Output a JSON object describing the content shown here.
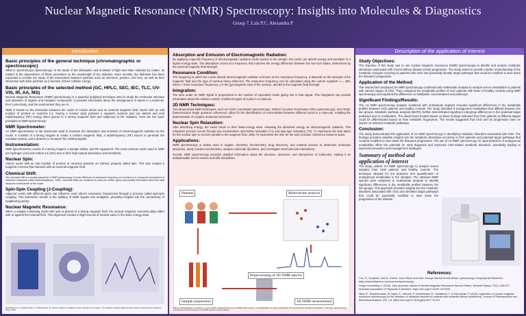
{
  "header": {
    "title": "Nuclear Magnetic Resonance (NMR) Spectroscopy: Insights into Molecules & Diagnostics",
    "authors": "Group 7, Lais P.C. Alexandra P"
  },
  "col1": {
    "banner": "Introduction",
    "intro_heading": "Basic principles of the general technique (chromatographic or spectroscopic)",
    "intro_text": "What is spectroscopic spectroscopy: is the study of the absorption and emission of light and other radiation by matter, as related to the dependence of these processes on the wavelength of the radiation. More recently, the definition has been expanded to include the study of the interactions between particles such as electrons, protons, and ions, as well as their interaction with other particles as a function of their collision energy.",
    "method_heading": "Basic principles of the selected method (GC, HPLC, SEC, IEC, TLC, UV-VIS, IR, AA, MS)",
    "method_text": "Nuclear Magnetic Resonance (NMR) spectroscopy is a powerful analytical technique used to study the molecular structure and dynamics of organic and inorganic compounds. It provides information about the arrangement of atoms in a molecule, their connectivity, and the environment they are in.",
    "method_text2": "NMR is based on the interaction between the nuclei of certain atoms and an external magnetic field. Nuclei with an odd number of protons or neutrons (i.e. having a nuclear spin) possess a magnetic moment and can absorb and emit radiofrequency (RF) energy when placed in a strong magnetic field and subjected to RF radiation. Here are the basic principles of NMR spectroscopy:",
    "spectrometer_heading": "NMR Spectrometer:",
    "spectrometer_text": "An NMR spectrometer is the instrument used to measure the absorption and emission of electromagnetic radiation by the nuclei. It consists of a strong magnet to create a uniform magnetic field, a radiofrequency (RF) source to generate the excitation pulses, and a detector to measure the emitted signals.",
    "instrumentation_heading": "Instrumentation:",
    "instrumentation_text": "NMR spectrometers consist of a strong magnet, a sample holder, and RF equipment. The most common nuclei used in NMR are hydrogen (1H) and carbon-13 (13C) due to their high natural abundance and sensitivity.",
    "spin_heading": "Nuclear Spin:",
    "spin_text": "Atomic nuclei with an odd number of protons or neutrons possess an intrinsic property called spin. This spin creates a magnetic moment that interacts with an external magnetic field.",
    "shift_heading": "Chemical Shift:",
    "shift_text": "The chemical shift is a crucial parameter in NMR spectroscopy. It is the difference in resonance frequency of a nucleus in a compound compared to a reference compound (often tetramethylsilane, TMS). Chemical shifts are measured in parts per million (ppm) and provide information about the local electronic environment of the nuclei.",
    "coupling_heading": "Spin-Spin Coupling (J-Coupling):",
    "coupling_text": "Adjacent nuclei with different spins can influence each other's resonance frequencies through a process called spin-spin coupling. This interaction results in the splitting of NMR signals into multiplets, providing insights into the connectivity of neighboring atoms.",
    "relax_heading": "Nuclear Magnetic Resonance:",
    "relax_text": "When a sample containing nuclei with spin is placed in a strong magnetic field, the nuclear magnetic moments align either with or against the external field. This alignment creates a slight excess of nuclear spins in the lower energy state.",
    "caption": "Illustration by H. Gharbi Smith, P. Jill Barrierato. B. Fischer (Figure 2 adapted source reference for figure). Throughput Nuclear Magnetic Resonance Spectroscopy Systems. Wiley 2020."
  },
  "col2": {
    "absorption_heading": "Absorption and Emission of Electromagnetic Radiation:",
    "absorption_text": "By applying a specific frequency of electromagnetic radiation (radio waves) to the sample, the nuclei can absorb energy and transition to a higher-energy state. The absorption occurs at a frequency that matches the energy difference between the two spin states, determined by the external magnetic field strength.",
    "resonance_heading": "Resonance Condition:",
    "resonance_text": "The frequency at which the nuclei absorb electromagnetic radiation is known as the resonance frequency. It depends on the strength of the magnetic field and the type of nucleus being observed. The resonance frequency can be calculated using the Larmor equation: v = γB0, where v is the resonance frequency, γ is the gyromagnetic ratio of the nucleus, and B0 is the magnetic field strength.",
    "integration_heading": "Integration:",
    "integration_text": "The area under an NMR signal is proportional to the number of equivalent nuclei giving rise to that signal. This integration can provide information about the relative number of different types of nuclei in a molecule.",
    "twod_heading": "2D NMR Techniques:",
    "twod_text": "Two-dimensional NMR techniques, such as COSY (correlation spectroscopy), NOESY (nuclear Overhauser effect spectroscopy), and HSQC (heteronuclear single quantum coherence), allow for the identification of connectivities between different nuclei in a molecule, enabling the determination of complex molecular structures.",
    "relaxation_heading": "Nuclear Spin Relaxation:",
    "relaxation_text": "After absorbing energy, the nuclei return to their lower-energy state, releasing the absorbed energy as electromagnetic radiation. This relaxation process occurs through two mechanisms: spin-lattice relaxation (T1) and spin-spin relaxation (T2). T1 represents the time taken for the nuclear spin to recover parallel to the magnetic field, while T2 represents the time for the loss of phase coherence between spins.",
    "applications_heading": "Applications:",
    "applications_text": "NMR spectroscopy is widely used in organic chemistry, biochemistry, drug discovery, and material science to determine molecular structures, study reaction mechanisms, analyze molecular dynamics, and investigate intermolecular interactions.",
    "overall_text": "Overall, NMR spectroscopy provides detailed information about the structure, dynamics, and interactions of molecules, making it an indispensable tool in various scientific disciplines.",
    "diagram": {
      "patients": "Patients",
      "multivariate": "Multivariate analysis",
      "preprocessing": "Preprocessing of 1H NMR spectra",
      "sample_prep": "Sample preparation",
      "measurement": "1H NMR measurement"
    },
    "caption": "Bilbo P, Schmidhuber, P. Haffner, F. et al. (2022). Metabolomics by 1H NMR Spectroscopy. A quantification of urine metabolites from biosamples. Sample preparation: multi-step, spectroscopy processing: Preprocessing of 1H NMR spectra. Data analysis."
  },
  "col3": {
    "banner": "Description of the application of interest",
    "objectives_heading": "Study Objectives:",
    "objectives_text": "The objective of this study was to use nuclear magnetic resonance (NMR) spectroscopy to identify and analyze metabolic alterations associated with chronic kidney disease (CKD) progression. The study aimed to provide a better understanding of the metabolic changes occurring in patients with CKD and potentially identify target pathways that could be modified to slow down the disease's progression.",
    "method_heading": "Application of the Method:",
    "method_text": "The researchers employed 1H NMR spectroscopy combined with multivariate analysis to analyze serum metabolites in patients with various stages of CKD. They compared the metabolite profiles of CKD patients with those of healthy controls using NMR spectroscopy and explored the differences in metabolite concentrations and pathways.",
    "findings_heading": "Significant Findings/Results:",
    "findings_text": "The 1H NMR spectroscopy analysis combined with multivariate analysis revealed significant differences in the metabolite profiles between CKD patients and healthy controls. The study identified 8 endogenous metabolites that differed between the two groups. Metabolic pathway analysis (MetPA) further demonstrated significant intergroup differences in five potential target pathways and 11 metabolites. The discriminant models based on these findings indicated that CKD patients at different stages could be differentiated based on their metabolic fingerprints. The results suggested that CKD and its progression have an impact on selected metabolic pathways.",
    "conclusion_heading": "Conclusion:",
    "conclusion_text": "The study demonstrated the application of 1H NMR spectroscopy in identifying metabolic disorders associated with CKD. The findings provided valuable insights into the metabolic alterations occurring in CKD patients and potential target pathways that could be modified to slow down the disease's progression. The use of 1H NMR spectroscopy for rapid detection of endogenous metabolites offers the potential for early diagnosis and improved CKD-related metabolic disorders, potentially leading to improved prevention and management strategies.",
    "summary_heading": "Summary of method and application of interest",
    "summary_text": "The study utilized 1H NMR spectroscopy to analyze serum samples from CKD patients and healthy controls. The technique allowed for the detection and quantification of endogenous metabolites in the samples. The obtained NMR spectra were subjected to multivariate analysis to identify significant differences in the metabolite profiles between the two groups. This approach provided insights into the metabolic disorders associated with CKD and identified target pathways that could be potentially modified to slow down the progression of the disease.",
    "references_heading": "References:",
    "references": [
      "Chu, S., Graybeal, Jack B., Eramo, John Ellison and Hunt, George Samuel Arnold (Date). spectroscopy. Encyclopedia Britannica. https://www.britannica.com/science/spectroscopy",
      "Holger Horsterling, F. (2016). Spin dynamics: Basics of Nuclear Magnetic Resonance Second Edition. Medical Physics, 37(1), e36-e37. American Association of Physicists in Medicine. https://doi.org/10.1118/1.3273534",
      "Nitra, R., Wojciechowski, W. Zajak, R., Wilczek, P. Chmielewski, M., Swiatlinski, T. & Stepnowski, P. (2018). Application of nuclear magnetic resonance spectroscopy for the detection of metabolic disorders in patients with moderate kidney insufficiency. Journal of Pharmaceutical and Biomedical Analysis, 149, 1-8. https://doi.org/10.1016/j.jpba.2017.10.023"
    ]
  }
}
